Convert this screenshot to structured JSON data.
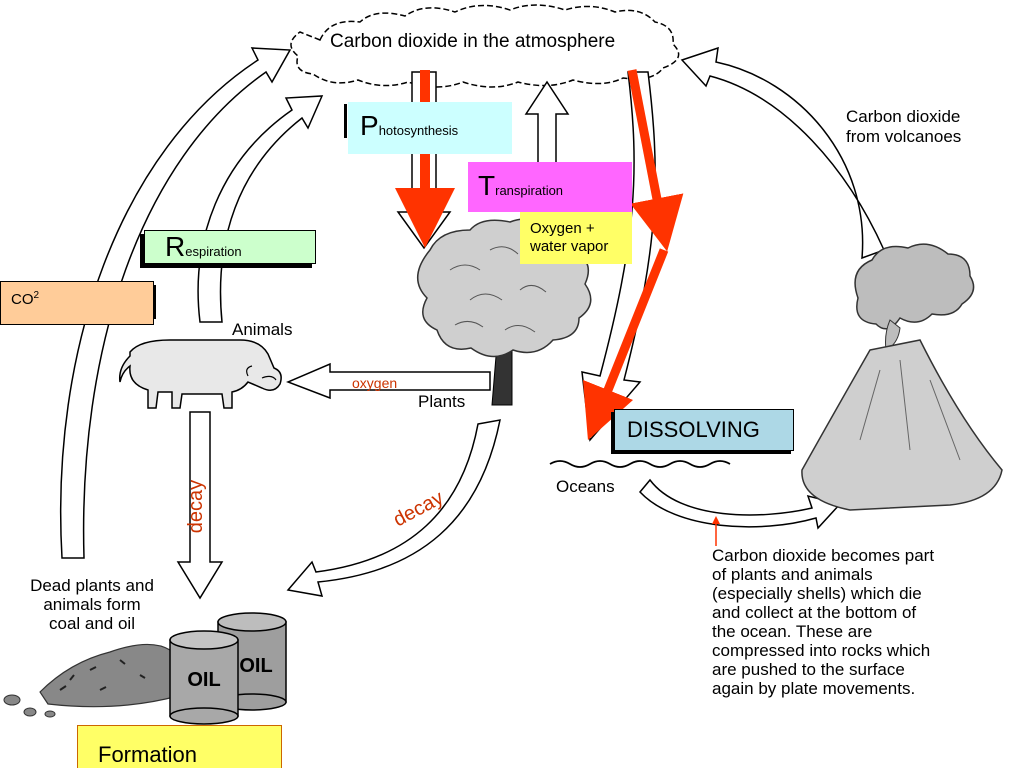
{
  "title": "Carbon dioxide in the atmosphere",
  "labels": {
    "volcanoes": "Carbon dioxide\nfrom volcanoes",
    "animals": "Animals",
    "plants": "Plants",
    "oceans": "Oceans",
    "oxygen": "oxygen",
    "decay_left": "decay",
    "decay_right": "decay",
    "dead": "Dead plants and\nanimals form\ncoal and oil",
    "oxygen_water": "Oxygen +\nwater vapor",
    "co2_base": "CO",
    "co2_sup": "2",
    "dissolving": "DISSOLVING",
    "formation": "Formation",
    "oil_front": "OIL",
    "oil_back": "OIL",
    "ocean_note": "Carbon dioxide becomes part\nof plants and animals\n(especially shells) which die\nand collect at the bottom of\nthe ocean. These are\ncompressed into rocks which\nare pushed to the surface\nagain by plate movements."
  },
  "process_boxes": {
    "photosynthesis": {
      "initial": "P",
      "rest": "hotosynthesis"
    },
    "transpiration": {
      "initial": "T",
      "rest": "ranspiration"
    },
    "respiration": {
      "initial": "R",
      "rest": "espiration"
    }
  },
  "colors": {
    "photosynthesis_box": "#ccffff",
    "transpiration_box": "#ff66ff",
    "respiration_box": "#ccffcc",
    "oxygen_box": "#ffff66",
    "co2_box": "#ffcc99",
    "dissolving_box": "#add8e6",
    "formation_box": "#ffff66",
    "red_arrow": "#ff3300",
    "annotation_text": "#cc3300"
  }
}
